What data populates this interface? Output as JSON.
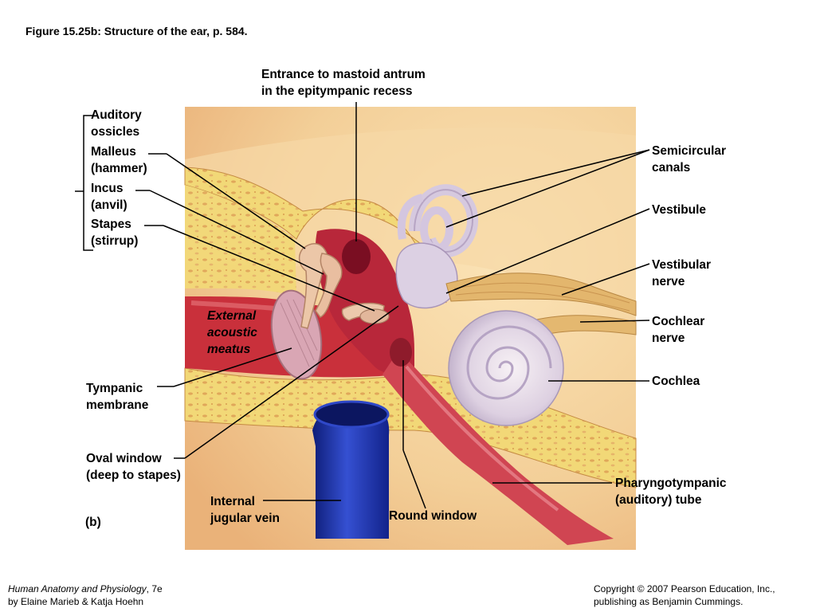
{
  "figure_caption": "Figure 15.25b:  Structure of the ear, p. 584.",
  "panel_label": "(b)",
  "labels": {
    "mastoid_line1": "Entrance to mastoid antrum",
    "mastoid_line2": "in the epitympanic recess",
    "ossicles_line1": "Auditory",
    "ossicles_line2": "ossicles",
    "malleus_line1": "Malleus",
    "malleus_line2": "(hammer)",
    "incus_line1": "Incus",
    "incus_line2": "(anvil)",
    "stapes_line1": "Stapes",
    "stapes_line2": "(stirrup)",
    "semicircular_line1": "Semicircular",
    "semicircular_line2": "canals",
    "vestibule": "Vestibule",
    "vestibular_nerve_line1": "Vestibular",
    "vestibular_nerve_line2": "nerve",
    "cochlear_nerve_line1": "Cochlear",
    "cochlear_nerve_line2": "nerve",
    "cochlea": "Cochlea",
    "meatus_line1": "External",
    "meatus_line2": "acoustic",
    "meatus_line3": "meatus",
    "tympanic_line1": "Tympanic",
    "tympanic_line2": "membrane",
    "oval_line1": "Oval window",
    "oval_line2": "(deep to stapes)",
    "jugular_line1": "Internal",
    "jugular_line2": "jugular vein",
    "round_window": "Round window",
    "pharyngo_line1": "Pharyngotympanic",
    "pharyngo_line2": "(auditory) tube"
  },
  "footer": {
    "book_title": "Human Anatomy and Physiology",
    "book_edition": ", 7e",
    "authors": "by Elaine Marieb & Katja Hoehn",
    "copyright_line1": "Copyright © 2007 Pearson Education, Inc.,",
    "copyright_line2": "publishing as Benjamin Cummings."
  },
  "colors": {
    "background": "#ffffff",
    "skin": "#f6d9a8",
    "bone": "#f3dc7a",
    "canal": "#c8323c",
    "vein": "#1f35a6",
    "labyrinth": "#ddd3e4",
    "leader_line": "#000000"
  }
}
